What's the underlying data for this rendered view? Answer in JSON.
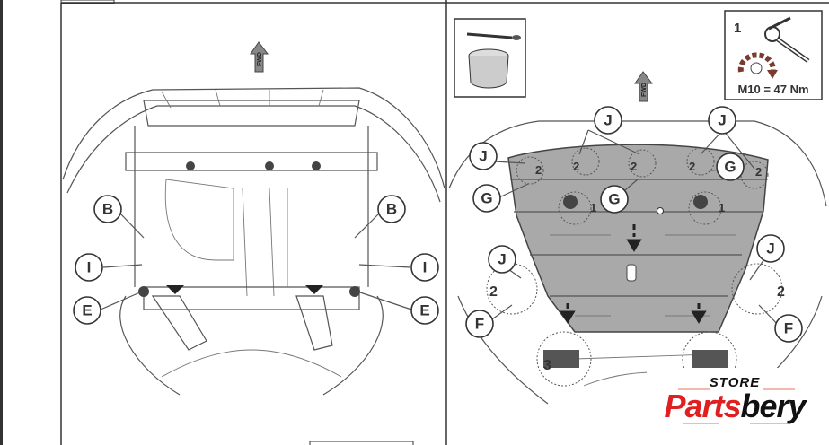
{
  "left_panel": {
    "fwd_label": "FWD",
    "callouts": [
      "B",
      "B",
      "I",
      "I",
      "E",
      "E"
    ]
  },
  "right_panel": {
    "fwd_label": "FWD",
    "callouts_j": [
      "J",
      "J",
      "J",
      "J",
      "J"
    ],
    "callouts_g": [
      "G",
      "G",
      "G"
    ],
    "callouts_f": [
      "F",
      "F"
    ],
    "step_numbers": [
      "1",
      "1",
      "2",
      "2",
      "2",
      "2",
      "2",
      "2",
      "2",
      "3"
    ],
    "torque_box": {
      "step": "1",
      "spec": "M10 = 47 Nm"
    }
  },
  "watermark": {
    "store": "STORE",
    "brand_red": "Parts",
    "brand_black": "bery"
  }
}
